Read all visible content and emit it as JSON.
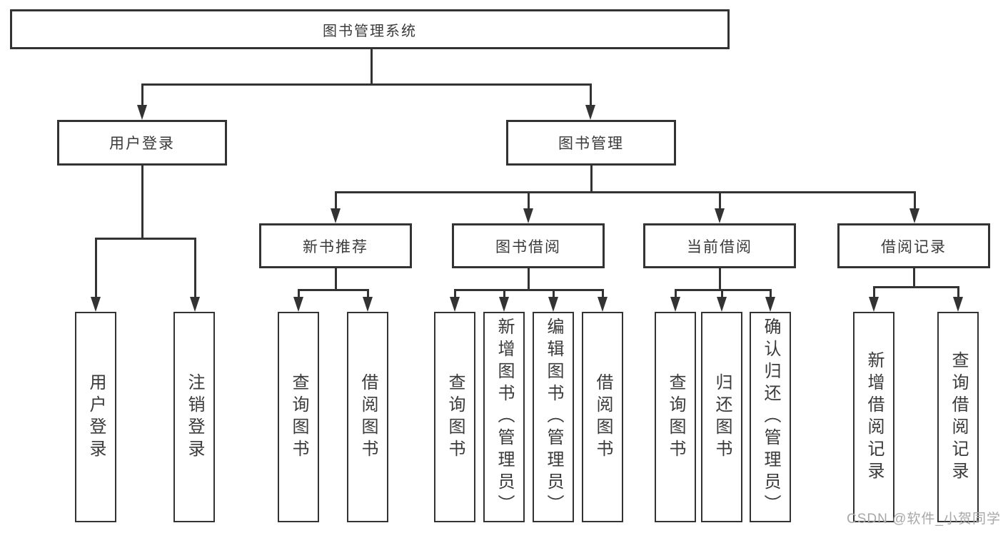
{
  "diagram": {
    "title": "图书管理系统",
    "root": {
      "label": "图书管理系统"
    },
    "level2": [
      {
        "id": "user-login",
        "label": "用户登录"
      },
      {
        "id": "book-management",
        "label": "图书管理"
      }
    ],
    "level3": [
      {
        "id": "new-book-recommend",
        "label": "新书推荐",
        "parent": "book-management"
      },
      {
        "id": "book-borrow",
        "label": "图书借阅",
        "parent": "book-management"
      },
      {
        "id": "current-borrow",
        "label": "当前借阅",
        "parent": "book-management"
      },
      {
        "id": "borrow-records",
        "label": "借阅记录",
        "parent": "book-management"
      }
    ],
    "leaves": [
      {
        "label": "用户登录",
        "parent": "user-login"
      },
      {
        "label": "注销登录",
        "parent": "user-login"
      },
      {
        "label": "查询图书",
        "parent": "new-book-recommend"
      },
      {
        "label": "借阅图书",
        "parent": "new-book-recommend"
      },
      {
        "label": "查询图书",
        "parent": "book-borrow"
      },
      {
        "label": "新增图书（管理员）",
        "parent": "book-borrow"
      },
      {
        "label": "编辑图书（管理员）",
        "parent": "book-borrow"
      },
      {
        "label": "借阅图书",
        "parent": "book-borrow"
      },
      {
        "label": "查询图书",
        "parent": "current-borrow"
      },
      {
        "label": "归还图书",
        "parent": "current-borrow"
      },
      {
        "label": "确认归还（管理员）",
        "parent": "current-borrow"
      },
      {
        "label": "新增借阅记录",
        "parent": "borrow-records"
      },
      {
        "label": "查询借阅记录",
        "parent": "borrow-records"
      }
    ],
    "watermark": "CSDN @软件_小贺同学",
    "colors": {
      "line": "#333333",
      "text": "#3a3a3a",
      "box_background": "#ffffff",
      "watermark": "#a8a8a8",
      "background": "#ffffff"
    }
  }
}
